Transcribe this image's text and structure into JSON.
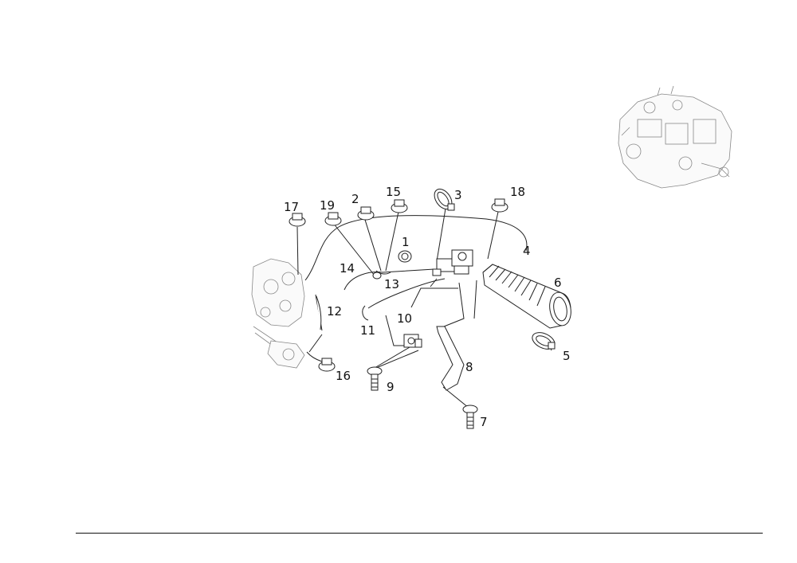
{
  "callouts": [
    {
      "id": "17",
      "label": "17"
    },
    {
      "id": "19",
      "label": "19"
    },
    {
      "id": "2",
      "label": "2"
    },
    {
      "id": "15",
      "label": "15"
    },
    {
      "id": "3",
      "label": "3"
    },
    {
      "id": "18",
      "label": "18"
    },
    {
      "id": "1",
      "label": "1"
    },
    {
      "id": "4",
      "label": "4"
    },
    {
      "id": "14",
      "label": "14"
    },
    {
      "id": "13",
      "label": "13"
    },
    {
      "id": "6",
      "label": "6"
    },
    {
      "id": "12",
      "label": "12"
    },
    {
      "id": "10",
      "label": "10"
    },
    {
      "id": "11",
      "label": "11"
    },
    {
      "id": "5",
      "label": "5"
    },
    {
      "id": "16",
      "label": "16"
    },
    {
      "id": "8",
      "label": "8"
    },
    {
      "id": "9",
      "label": "9"
    },
    {
      "id": "7",
      "label": "7"
    }
  ],
  "icons": {
    "engine_locator": "engine-locator-icon",
    "turbocharger": "turbocharger-icon"
  }
}
